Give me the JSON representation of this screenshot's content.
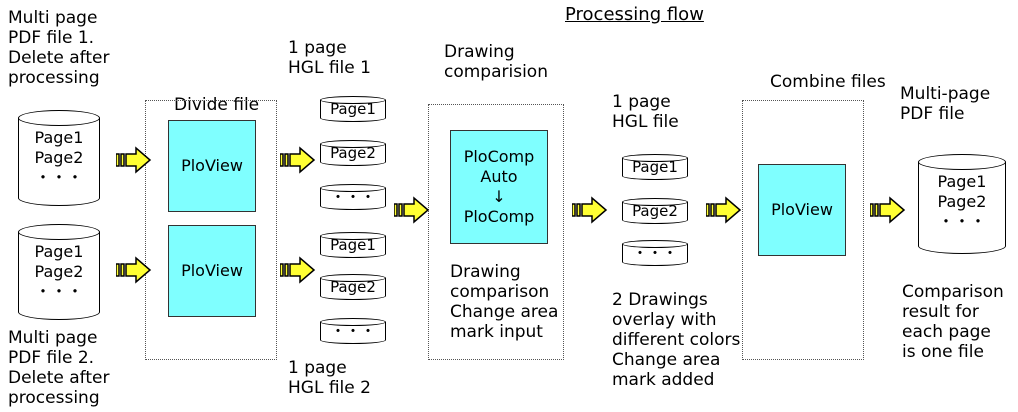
{
  "title": "Processing flow",
  "source1_label": "Multi page\nPDF file 1.\nDelete after\nprocessing",
  "source2_label": "Multi page\nPDF file 2.\nDelete after\nprocessing",
  "divide_label": "Divide file",
  "hgl1_label": "1 page\nHGL file 1",
  "hgl2_label": "1 page\nHGL file 2",
  "drawing_comp_label": "Drawing\ncomparision",
  "drawing_comp_note": "Drawing\ncomparison\nChange area\nmark input",
  "hgl_label": "1 page\nHGL file",
  "hgl_note": "2 Drawings\noverlay with\ndifferent colors\nChange area\nmark added",
  "combine_label": "Combine files",
  "result_label": "Multi-page\nPDF file",
  "result_note": "Comparison\nresult for\neach page\nis one file",
  "db_source1": "Page1\nPage2\n・・・",
  "db_source2": "Page1\nPage2\n・・・",
  "db_result": "Page1\nPage2\n・・・",
  "ploview1": "PloView",
  "ploview2": "PloView",
  "ploview3": "PloView",
  "plocomp": "PloComp\nAuto\n↓\nPloComp",
  "pages": {
    "p1": "Page1",
    "p2": "Page2",
    "p3": "・・・",
    "p4": "Page1",
    "p5": "Page2",
    "p6": "・・・",
    "p7": "Page1",
    "p8": "Page2",
    "p9": "・・・"
  },
  "colors": {
    "process_fill": "#7fffff",
    "arrow_fill": "#ffff33"
  }
}
